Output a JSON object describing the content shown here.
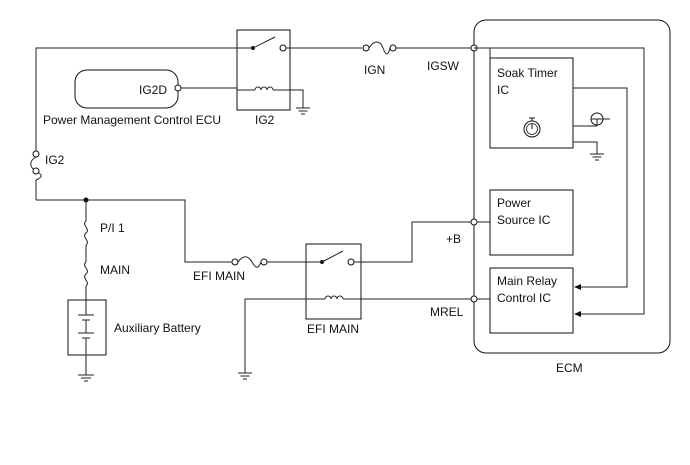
{
  "labels": {
    "ig2d": "IG2D",
    "pm_ecu": "Power Management Control ECU",
    "ig2_relay": "IG2",
    "ign_fuse": "IGN",
    "igsw": "IGSW",
    "soak_timer_1": "Soak Timer",
    "soak_timer_2": "IC",
    "ig2_fuse": "IG2",
    "pi1_fuse": "P/I 1",
    "main_fuse": "MAIN",
    "aux_battery": "Auxiliary Battery",
    "efi_main_fuse": "EFI MAIN",
    "efi_main_relay": "EFI MAIN",
    "plus_b": "+B",
    "power_source_1": "Power",
    "power_source_2": "Source IC",
    "mrel": "MREL",
    "main_relay_1": "Main Relay",
    "main_relay_2": "Control IC",
    "ecm": "ECM"
  }
}
